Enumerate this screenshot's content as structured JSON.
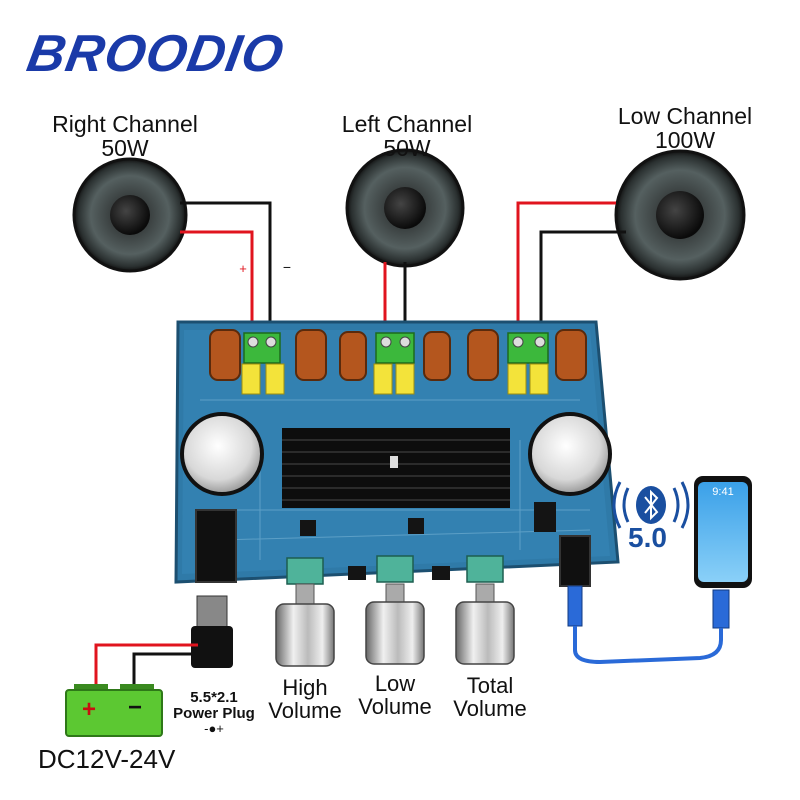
{
  "brand": "BROODIO",
  "speakers": [
    {
      "title": "Right Channel",
      "power": "50W"
    },
    {
      "title": "Left Channel",
      "power": "50W"
    },
    {
      "title": "Low Channel",
      "power": "100W"
    }
  ],
  "polarity": {
    "plus": "+",
    "minus": "−"
  },
  "knobs": [
    {
      "line1": "High",
      "line2": "Volume"
    },
    {
      "line1": "Low",
      "line2": "Volume"
    },
    {
      "line1": "Total",
      "line2": "Volume"
    }
  ],
  "power_plug": {
    "line1": "5.5*2.1",
    "line2": "Power Plug",
    "polarity": "-●+"
  },
  "battery": {
    "voltage": "DC12V-24V",
    "plus": "+",
    "minus": "−"
  },
  "bluetooth": {
    "version": "5.0"
  },
  "phone": {
    "time": "9:41"
  },
  "colors": {
    "brand": "#1a3aa8",
    "pcb": "#2f7aa8",
    "wire_red": "#e0141e",
    "wire_black": "#111111",
    "battery": "#5cc832",
    "usb_cable": "#2a6ad8"
  }
}
